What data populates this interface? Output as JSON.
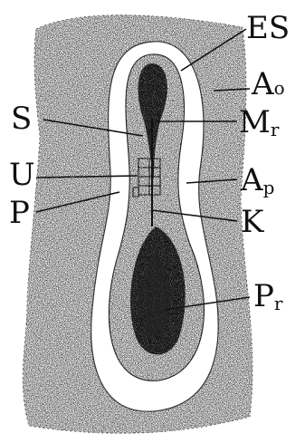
{
  "labels": {
    "es": "ES",
    "ao_main": "A",
    "ao_sub": "o",
    "s": "S",
    "mr_main": "M",
    "mr_sub": "r",
    "u": "U",
    "ap_main": "A",
    "ap_sub": "p",
    "p": "P",
    "k": "K",
    "pr_main": "P",
    "pr_sub": "r"
  }
}
